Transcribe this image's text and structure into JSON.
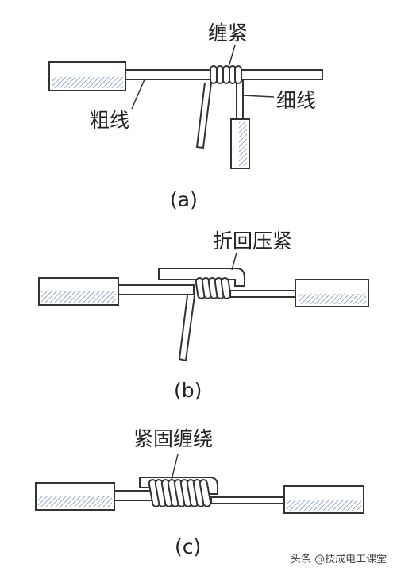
{
  "colors": {
    "background": "#ffffff",
    "outline": "#333333",
    "insulation": "#ffffff",
    "conductor": "#ffffff",
    "hatch": "#9aa7c2"
  },
  "panel_a": {
    "caption": "(a)",
    "label_wrap": "缠紧",
    "label_thick": "粗线",
    "label_thin": "细线"
  },
  "panel_b": {
    "caption": "(b)",
    "label_fold": "折回压紧"
  },
  "panel_c": {
    "caption": "(c)",
    "label_fasten": "紧固缠绕"
  },
  "watermark": {
    "text": "头条 @技成电工课堂"
  }
}
